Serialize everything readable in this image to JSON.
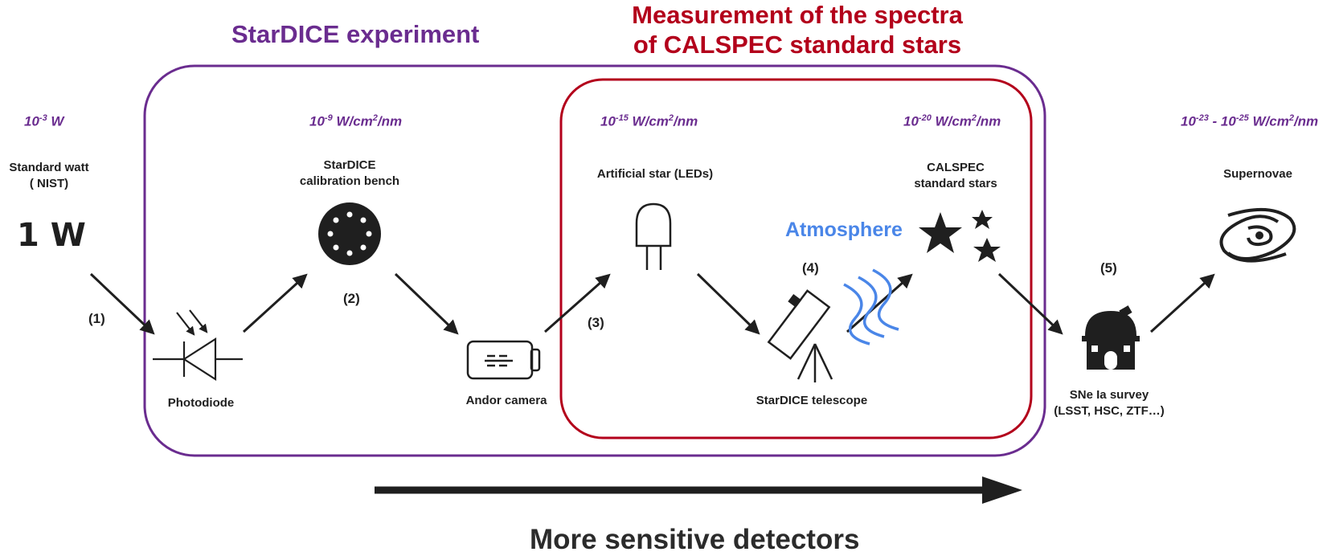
{
  "titles": {
    "stardice": "StarDICE experiment",
    "calspec_line1": "Measurement of the spectra",
    "calspec_line2": "of CALSPEC standard stars"
  },
  "powers": [
    {
      "base": "10",
      "exp": "-3",
      "unit": " W"
    },
    {
      "base": "10",
      "exp": "-9",
      "unit": " W/cm",
      "unit_exp": "2",
      "unit_tail": "/nm"
    },
    {
      "base": "10",
      "exp": "-15",
      "unit": " W/cm",
      "unit_exp": "2",
      "unit_tail": "/nm"
    },
    {
      "base": "10",
      "exp": "-20",
      "unit": " W/cm",
      "unit_exp": "2",
      "unit_tail": "/nm"
    },
    {
      "base": "10",
      "exp": "-23",
      "mid": " - 10",
      "exp2": "-25",
      "unit": " W/cm",
      "unit_exp": "2",
      "unit_tail": "/nm"
    }
  ],
  "labels": {
    "standard_watt_1": "Standard watt",
    "standard_watt_2": "( NIST)",
    "one_watt": "1 W",
    "bench_1": "StarDICE",
    "bench_2": "calibration bench",
    "artificial_star": "Artificial star (LEDs)",
    "calspec_1": "CALSPEC",
    "calspec_2": "standard stars",
    "supernovae": "Supernovae",
    "photodiode": "Photodiode",
    "andor": "Andor camera",
    "telescope": "StarDICE telescope",
    "survey_1": "SNe Ia survey",
    "survey_2": "(LSST, HSC, ZTF…)",
    "atmosphere": "Atmosphere",
    "bottom": "More sensitive detectors"
  },
  "steps": [
    "(1)",
    "(2)",
    "(3)",
    "(4)",
    "(5)"
  ],
  "colors": {
    "purple": "#6a2c8f",
    "red": "#b3001b",
    "blue": "#4a86e8",
    "ink": "#1f1f1f"
  }
}
